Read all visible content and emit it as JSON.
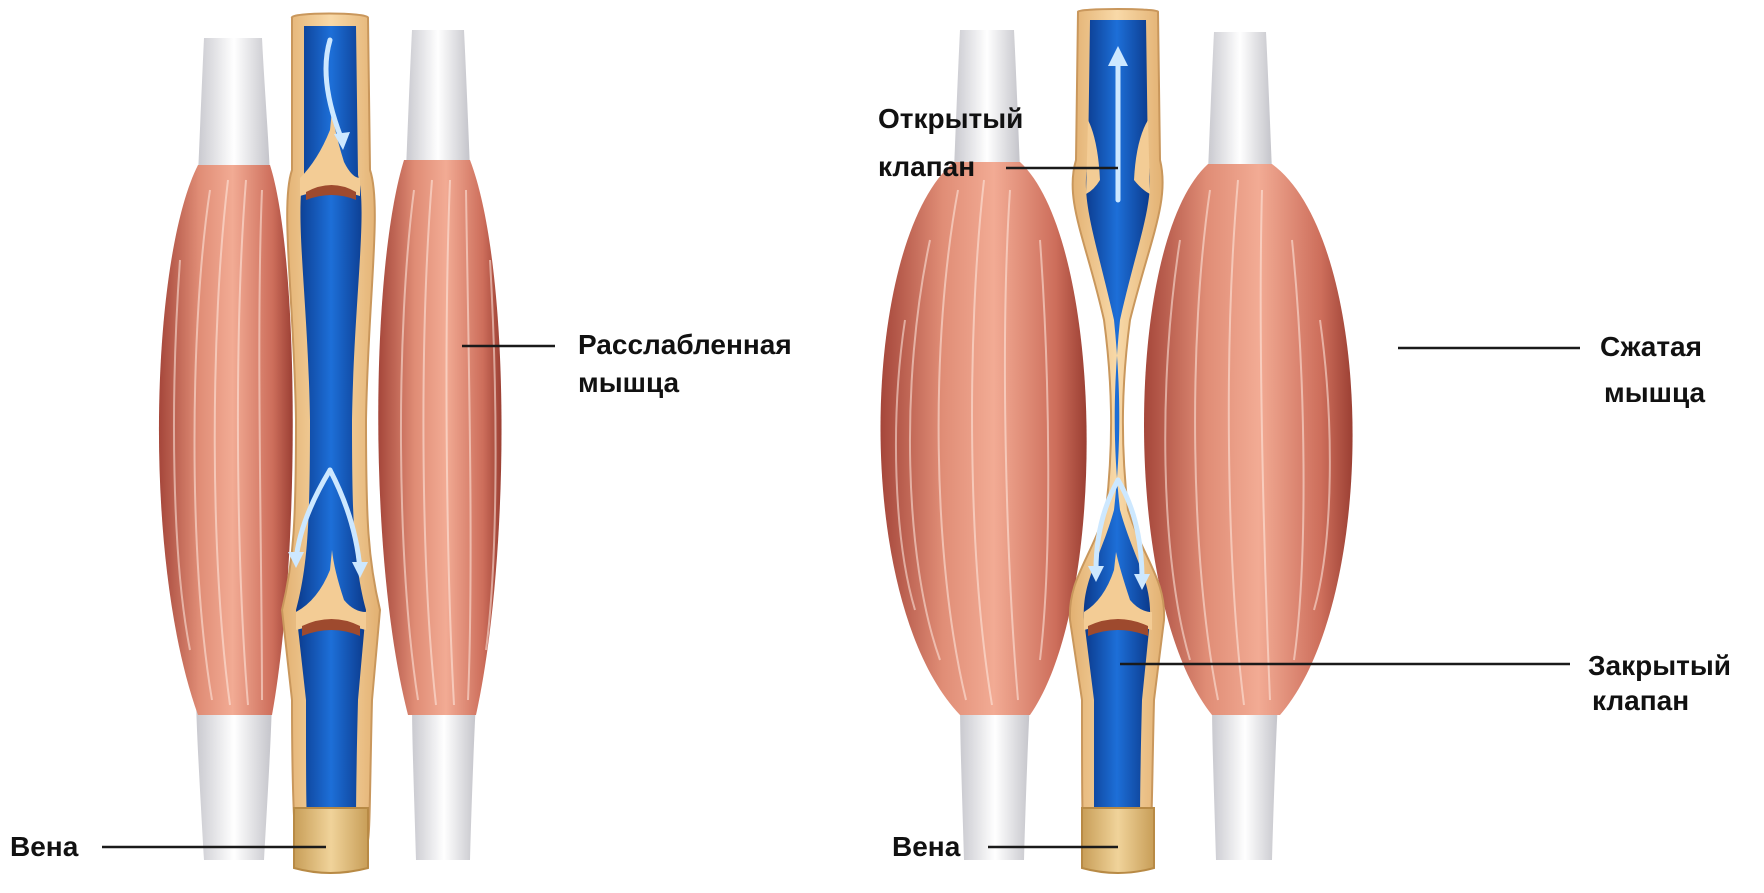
{
  "labels": {
    "relaxed_muscle_line1": "Расслабленная",
    "relaxed_muscle_line2": "мышца",
    "vein_left": "Вена",
    "open_valve_line1": "Открытый",
    "open_valve_line2": "клапан",
    "contracted_muscle_line1": "Сжатая",
    "contracted_muscle_line2": "мышца",
    "closed_valve_line1": "Закрытый",
    "closed_valve_line2": "клапан",
    "vein_right": "Вена"
  },
  "colors": {
    "muscle": "#d9826c",
    "muscle_dark": "#b5513f",
    "muscle_light": "#f0a892",
    "tendon": "#eeeeee",
    "vein_wall": "#f3cc95",
    "blood": "#1a63c7",
    "blood_dark": "#0c3f95",
    "valve_flap": "#9e4a2e",
    "vein_stump": "#e0bf80",
    "arrow": "#cde8ff"
  }
}
